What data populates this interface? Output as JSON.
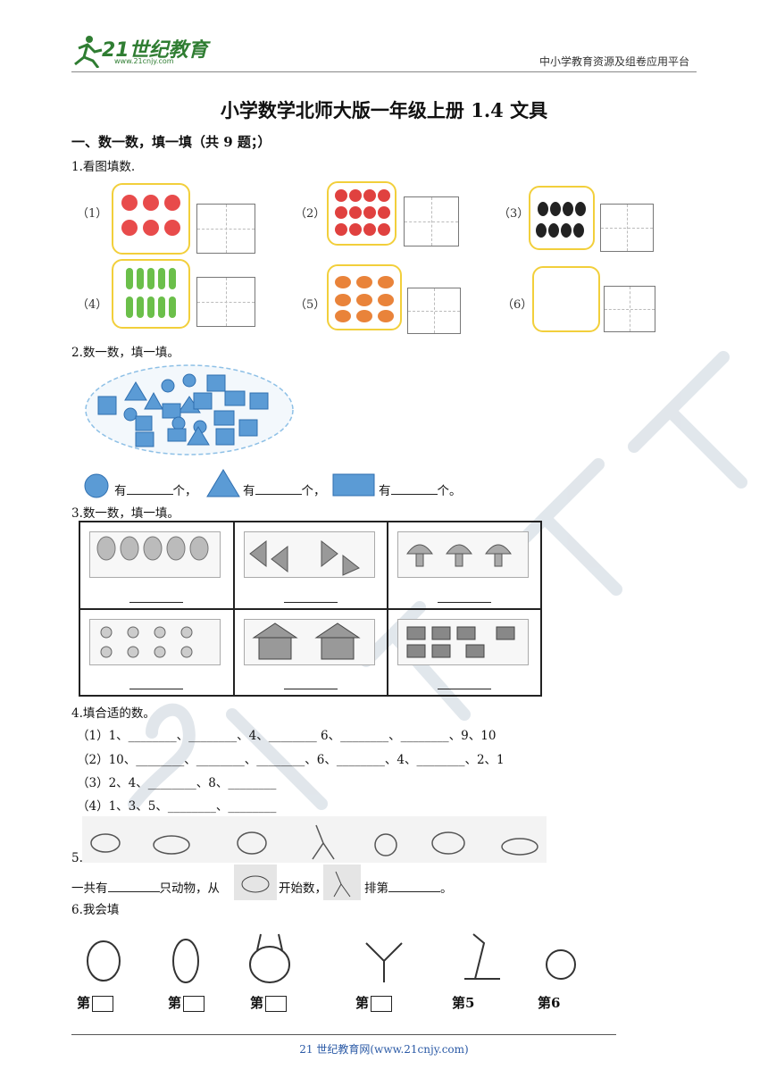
{
  "header": {
    "logo_text": "21世纪教育",
    "logo_url": "www.21cnjy.com",
    "right_text": "中小学教育资源及组卷应用平台"
  },
  "title": "小学数学北师大版一年级上册 1.4 文具",
  "section": "一、数一数，填一填（共 9 题；）",
  "q1": {
    "text": "1.看图填数.",
    "items": [
      {
        "label": "（1）"
      },
      {
        "label": "（2）"
      },
      {
        "label": "（3）"
      },
      {
        "label": "（4）"
      },
      {
        "label": "（5）"
      },
      {
        "label": "（6）"
      }
    ]
  },
  "q2": {
    "text": "2.数一数，填一填。",
    "t1": "有",
    "t2": "个，",
    "t3": "有",
    "t4": "个，",
    "t5": "有",
    "t6": "个。"
  },
  "q3": {
    "text": "3.数一数，填一填。"
  },
  "q4": {
    "text": "4.填合适的数。",
    "lines": [
      "（1）1、________、________、4、________ 6、________、________、9、10",
      "（2）10、________、________、________、6、________、4、________、2、1",
      "（3）2、4、________、8、________",
      "（4）1、3、5、________、________"
    ]
  },
  "q5": {
    "num": "5.",
    "t1": "一共有",
    "t2": "只动物，从",
    "t3": "开始数，",
    "t4": "排第",
    "t5": "。"
  },
  "q6": {
    "text": "6.我会填",
    "labels": [
      "第",
      "第",
      "第",
      "第",
      "第5",
      "第6"
    ]
  },
  "footer": "21 世纪教育网(www.21cnjy.com)",
  "colors": {
    "accent_blue": "#5b9bd5",
    "frame_yellow": "#f2cf3b",
    "logo_green": "#2f7d32"
  }
}
